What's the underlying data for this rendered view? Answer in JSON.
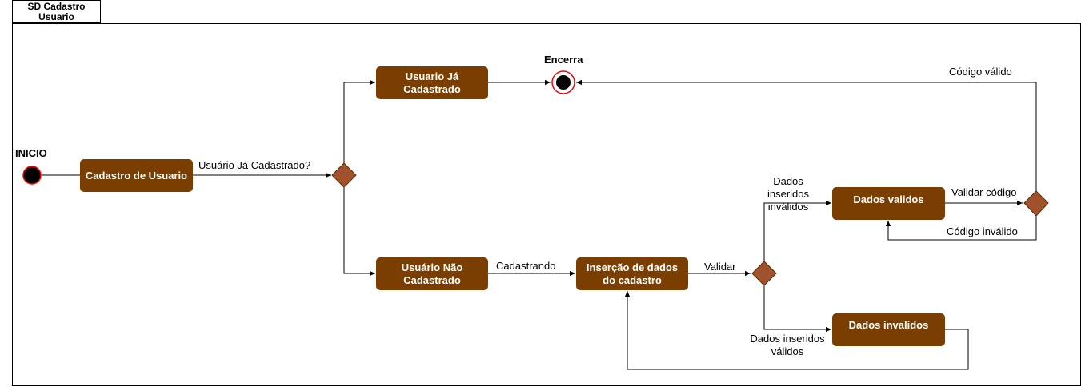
{
  "frame": {
    "title": "SD Cadastro Usuario"
  },
  "nodes": {
    "start_label": "INICIO",
    "end_label": "Encerra",
    "cadastro": "Cadastro de Usuario",
    "ja_cadastrado": "Usuario Já Cadastrado",
    "nao_cadastrado": "Usuário Não Cadastrado",
    "insercao": "Inserção de dados do cadastro",
    "validos": "Dados validos",
    "invalidos": "Dados invalidos"
  },
  "edges": {
    "ja_cadastrado_q": "Usuário Já Cadastrado?",
    "cadastrando": "Cadastrando",
    "validar": "Validar",
    "inseridos_invalidos": "Dados inseridos inválidos",
    "inseridos_validos": "Dados inseridos válidos",
    "validar_codigo": "Validar código",
    "codigo_valido": "Código válido",
    "codigo_invalido": "Código inválido"
  },
  "colors": {
    "state_fill": "#7a3f00",
    "decision_fill": "#a0522d",
    "node_border": "#ff0000"
  }
}
